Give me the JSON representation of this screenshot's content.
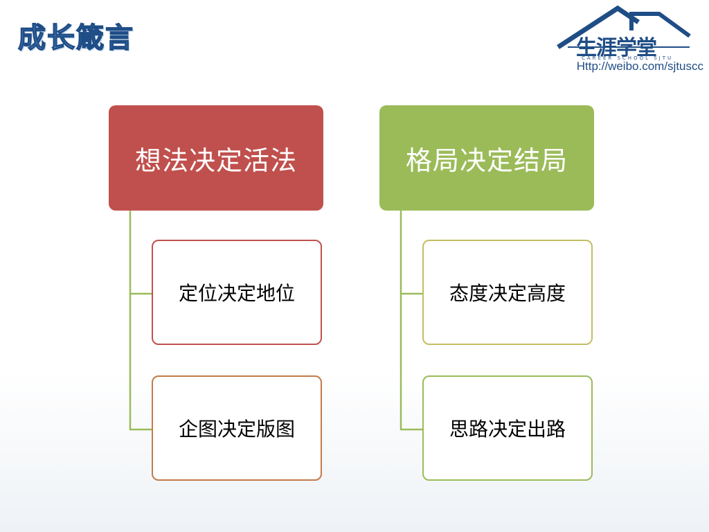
{
  "header": {
    "title": "成长箴言",
    "logo_chars": "生涯学堂",
    "logo_subtitle": "CAREER SCHOOL SJTU",
    "url": "Http://weibo.com/sjtuscc"
  },
  "diagram": {
    "groups": [
      {
        "heading": "想法决定活法",
        "color": "#c0504d",
        "items": [
          "定位决定地位",
          "企图决定版图"
        ]
      },
      {
        "heading": "格局决定结局",
        "color": "#9bbb59",
        "items": [
          "态度决定高度",
          "思路决定出路"
        ]
      }
    ]
  }
}
